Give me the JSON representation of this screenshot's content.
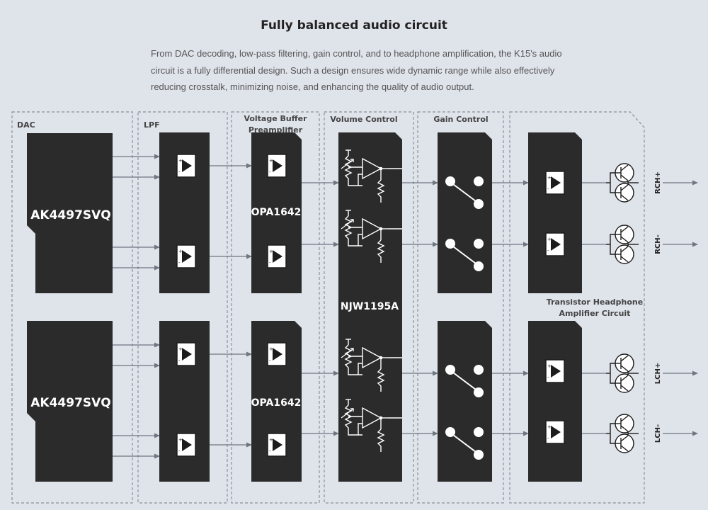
{
  "header": {
    "title": "Fully balanced audio circuit",
    "description": "From DAC decoding, low-pass filtering, gain control, and to headphone amplification, the K15's audio circuit is a fully differential design. Such a design ensures wide dynamic range while also effectively reducing crosstalk, minimizing noise, and enhancing the quality of audio output."
  },
  "stages": {
    "dac": "DAC",
    "lpf": "LPF",
    "buffer_line1": "Voltage Buffer",
    "buffer_line2": "Preamplifier",
    "volume": "Volume Control",
    "gain": "Gain Control",
    "amp_line1": "Transistor Headphone",
    "amp_line2": "Amplifier Circuit"
  },
  "chips": {
    "dac_top": "AK4497SVQ",
    "dac_bottom": "AK4497SVQ",
    "buffer_top": "OPA1642",
    "buffer_bottom": "OPA1642",
    "volume": "NJW1195A"
  },
  "outputs": {
    "rch_plus": "RCH+",
    "rch_minus": "RCH-",
    "lch_plus": "LCH+",
    "lch_minus": "LCH-"
  },
  "colors": {
    "background": "#dfe3ea",
    "block": "#2b2b2b",
    "line": "#6f7680",
    "dash": "#8a9099"
  }
}
